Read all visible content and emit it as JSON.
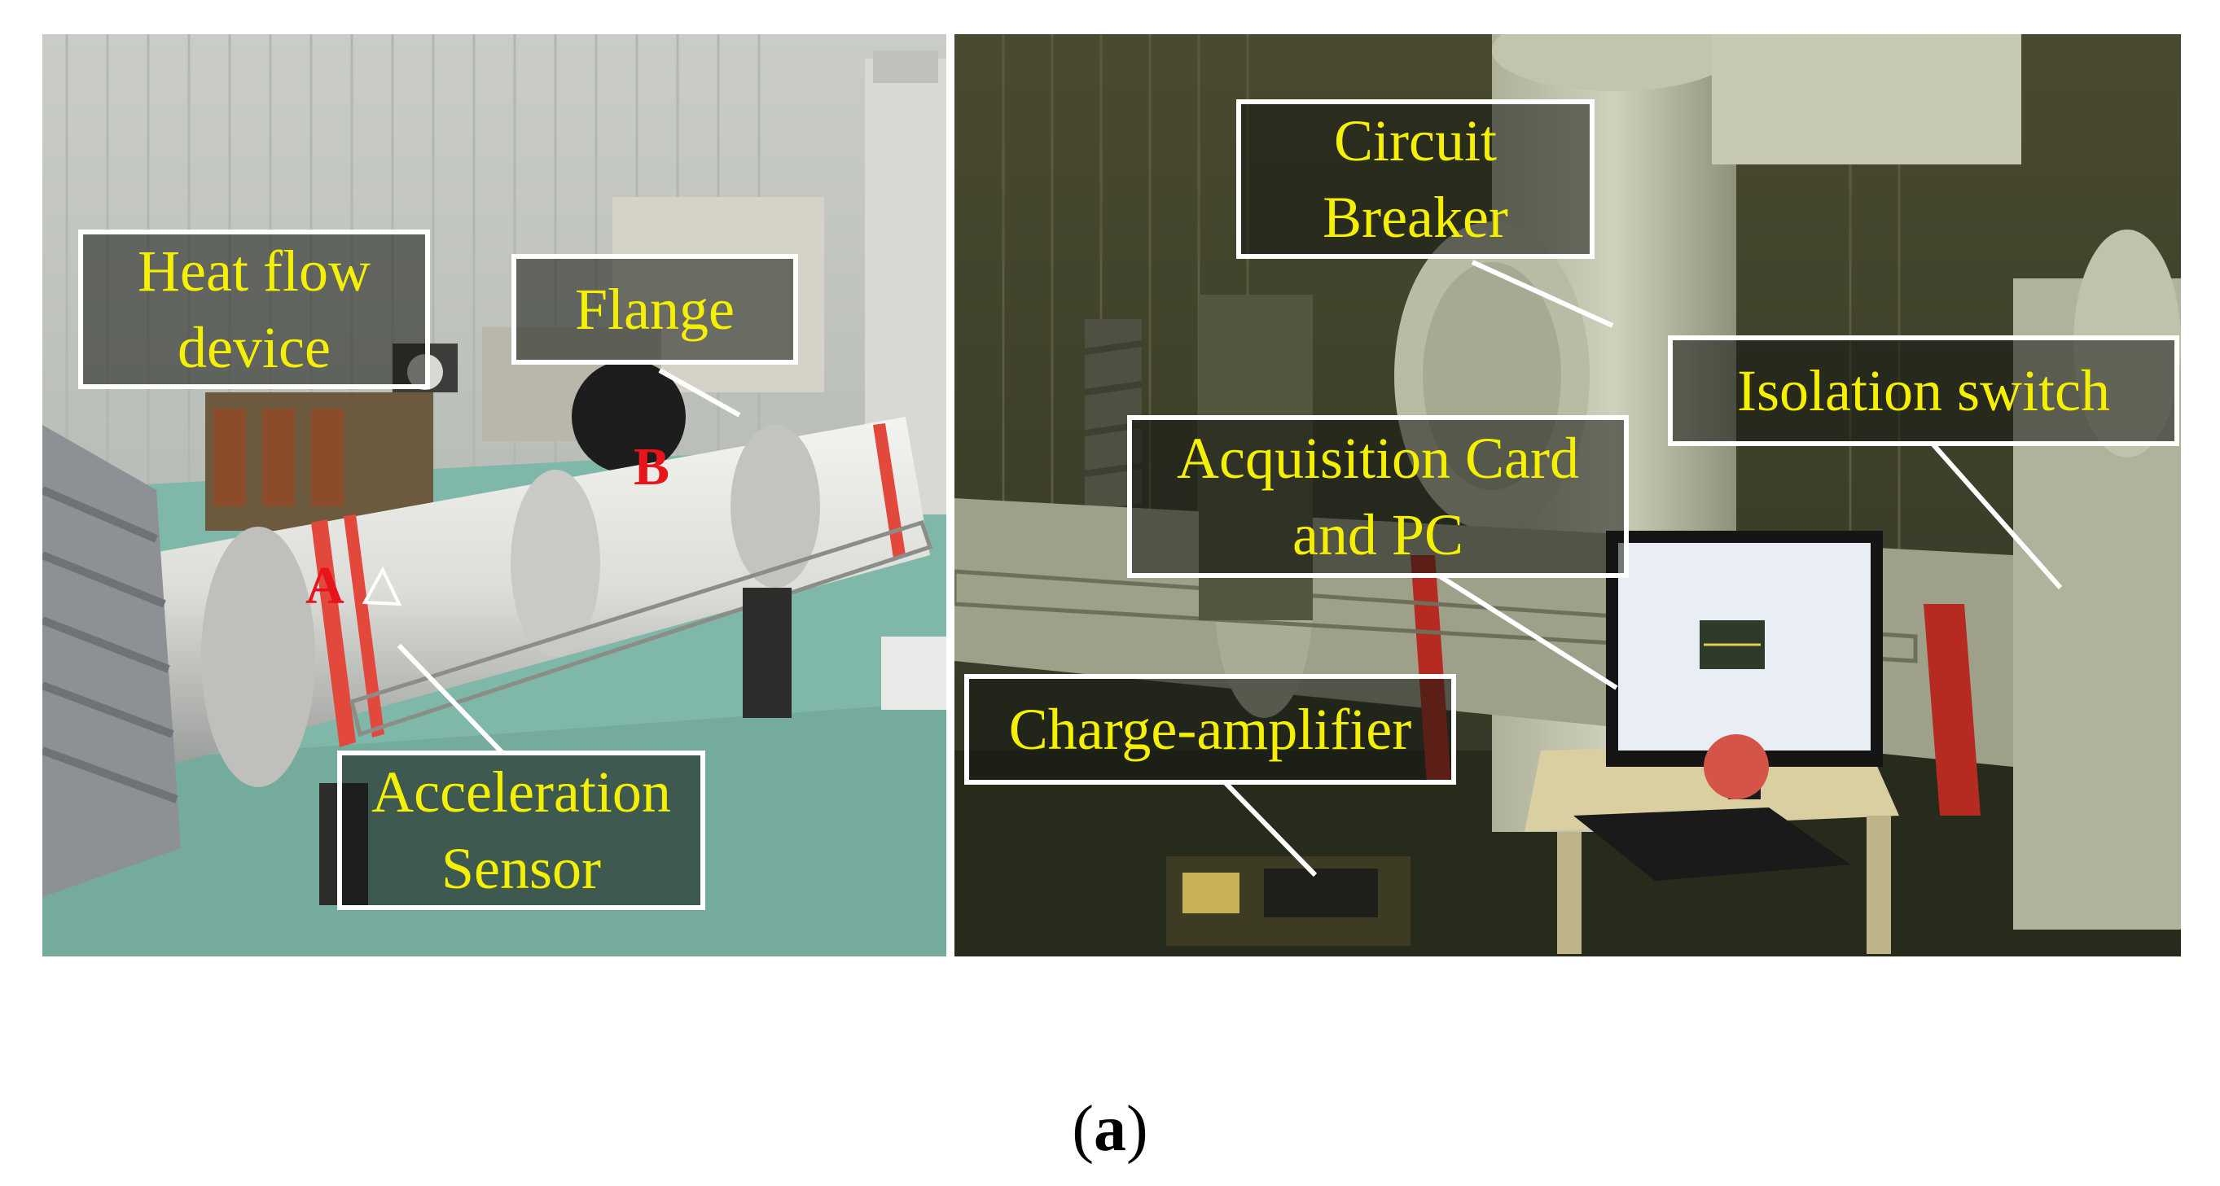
{
  "labels": {
    "heat_flow_line1": "Heat flow",
    "heat_flow_line2": "device",
    "flange": "Flange",
    "acceleration_line1": "Acceleration",
    "acceleration_line2": "Sensor",
    "circuit_breaker_line1": "Circuit",
    "circuit_breaker_line2": "Breaker",
    "isolation_switch": "Isolation switch",
    "acquisition_line1": "Acquisition Card",
    "acquisition_line2": "and PC",
    "charge_amplifier": "Charge-amplifier"
  },
  "markers": {
    "point_a": "A",
    "point_b": "B"
  },
  "caption": {
    "open": "(",
    "letter": "a",
    "close": ")"
  },
  "colors": {
    "label_text": "#f4f000",
    "label_border": "#ffffff",
    "marker": "#e8141c"
  }
}
